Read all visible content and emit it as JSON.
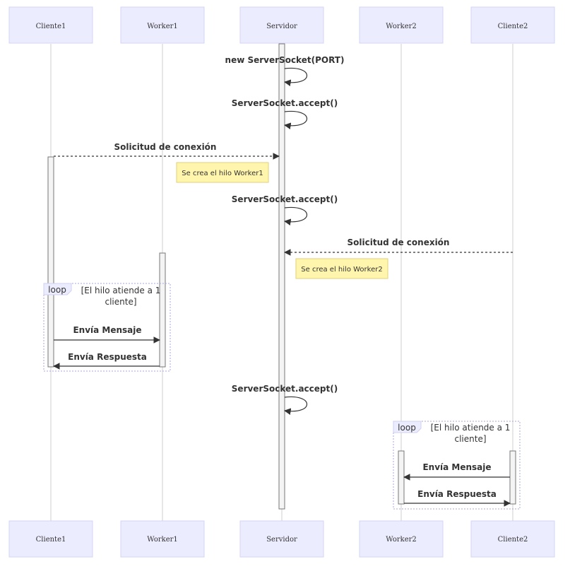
{
  "actors": [
    {
      "id": "cliente1",
      "label": "Cliente1"
    },
    {
      "id": "worker1",
      "label": "Worker1"
    },
    {
      "id": "servidor",
      "label": "Servidor"
    },
    {
      "id": "worker2",
      "label": "Worker2"
    },
    {
      "id": "cliente2",
      "label": "Cliente2"
    }
  ],
  "messages": {
    "new_server_socket": "new ServerSocket(PORT)",
    "accept_1": "ServerSocket.accept()",
    "solicitud_1": "Solicitud de conexión",
    "accept_2": "ServerSocket.accept()",
    "solicitud_2": "Solicitud de conexión",
    "envia_mensaje_1": "Envía Mensaje",
    "envia_respuesta_1": "Envía Respuesta",
    "accept_3": "ServerSocket.accept()",
    "envia_mensaje_2": "Envía Mensaje",
    "envia_respuesta_2": "Envía Respuesta"
  },
  "notes": {
    "worker1_created": "Se crea el hilo Worker1",
    "worker2_created": "Se crea el hilo Worker2"
  },
  "loops": {
    "loop1": {
      "label": "loop",
      "condition_line1": "[El hilo atiende a 1",
      "condition_line2": "cliente]"
    },
    "loop2": {
      "label": "loop",
      "condition_line1": "[El hilo atiende a 1",
      "condition_line2": "cliente]"
    }
  },
  "colors": {
    "actor_fill": "#ececff",
    "note_fill": "#fff5ad",
    "line": "#333333"
  }
}
